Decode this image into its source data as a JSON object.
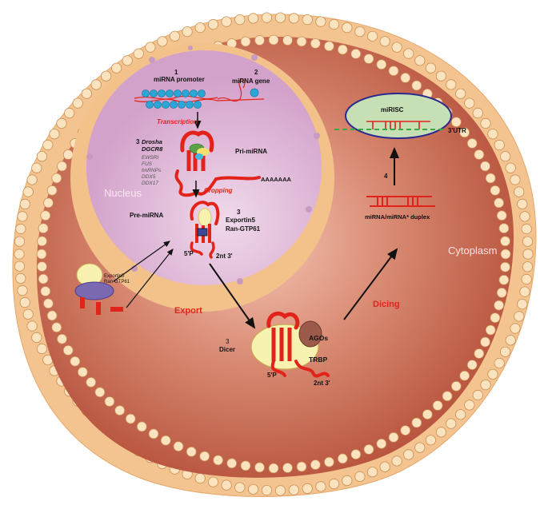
{
  "regions": {
    "nucleus": "Nucleus",
    "cytoplasm": "Cytoplasm"
  },
  "nucleus_labels": {
    "step1_num": "1",
    "mirna_promoter": "miRNA promoter",
    "step2_num": "2",
    "mirna_gene": "miRNA gene",
    "transcription": "Transcription",
    "step3_num_a": "3",
    "drosha": "Drosha",
    "dgcr8": "DGCR8",
    "cofactors": [
      "EWSRI",
      "FUS",
      "hnRNPs",
      "DDX5",
      "DDX17"
    ],
    "pri_mirna": "Pri-miRNA",
    "poly_a": "AAAAAAA",
    "cropping": "Cropping",
    "pre_mirna": "Pre-miRNA",
    "step3_num_b": "3",
    "exportin5": "Exportin5",
    "ran_gtp": "Ran-GTP61",
    "five_p": "5'P",
    "two_nt": "2nt 3'"
  },
  "exportin_complex": {
    "exportin5": "Exportin5",
    "ran_gtp": "Ran-GTP61"
  },
  "cytoplasm_labels": {
    "export": "Export",
    "step3_num": "3",
    "dicer": "Dicer",
    "agos": "AGOs",
    "trbp": "TRBP",
    "five_p": "5'P",
    "two_nt": "2nt 3'",
    "dicing": "Dicing",
    "duplex": "miRNA/miRNA* duplex",
    "step4_num": "4",
    "mirisc": "miRISC",
    "utr": "3'UTR"
  },
  "colors": {
    "cell_outer": "#f3c48f",
    "cytoplasm_center": "#f2b9a6",
    "cytoplasm_edge": "#b9533d",
    "nucleus_envelope": "#f3c18a",
    "nucleus_inner": "#d7a8cf",
    "rna_red": "#e2231a",
    "dna_blue": "#2aa6d7",
    "dicer_yellow": "#f8f2b0",
    "mirisc_green": "#c7dfb4",
    "mirisc_outline": "#2a2a8e",
    "utr_green": "#3aa845"
  }
}
